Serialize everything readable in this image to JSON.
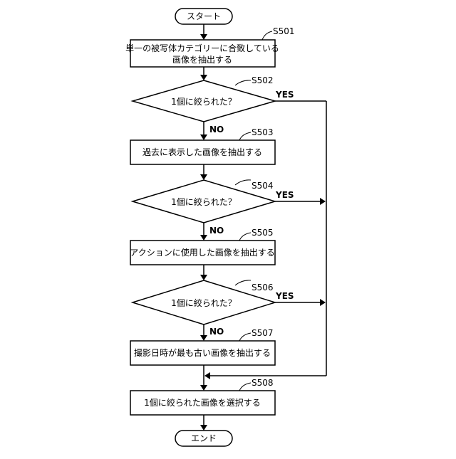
{
  "flowchart": {
    "start": "スタート",
    "end": "エンド",
    "steps": [
      {
        "id": "S501",
        "lines": [
          "単一の被写体カテゴリーに合致している",
          "画像を抽出する"
        ]
      },
      {
        "id": "S502",
        "lines": [
          "1個に絞られた？"
        ],
        "yes": "YES",
        "no": "NO"
      },
      {
        "id": "S503",
        "lines": [
          "過去に表示した画像を抽出する"
        ]
      },
      {
        "id": "S504",
        "lines": [
          "1個に絞られた？"
        ],
        "yes": "YES",
        "no": "NO"
      },
      {
        "id": "S505",
        "lines": [
          "アクションに使用した画像を抽出する"
        ]
      },
      {
        "id": "S506",
        "lines": [
          "1個に絞られた？"
        ],
        "yes": "YES",
        "no": "NO"
      },
      {
        "id": "S507",
        "lines": [
          "撮影日時が最も古い画像を抽出する"
        ]
      },
      {
        "id": "S508",
        "lines": [
          "1個に絞られた画像を選択する"
        ]
      }
    ]
  }
}
